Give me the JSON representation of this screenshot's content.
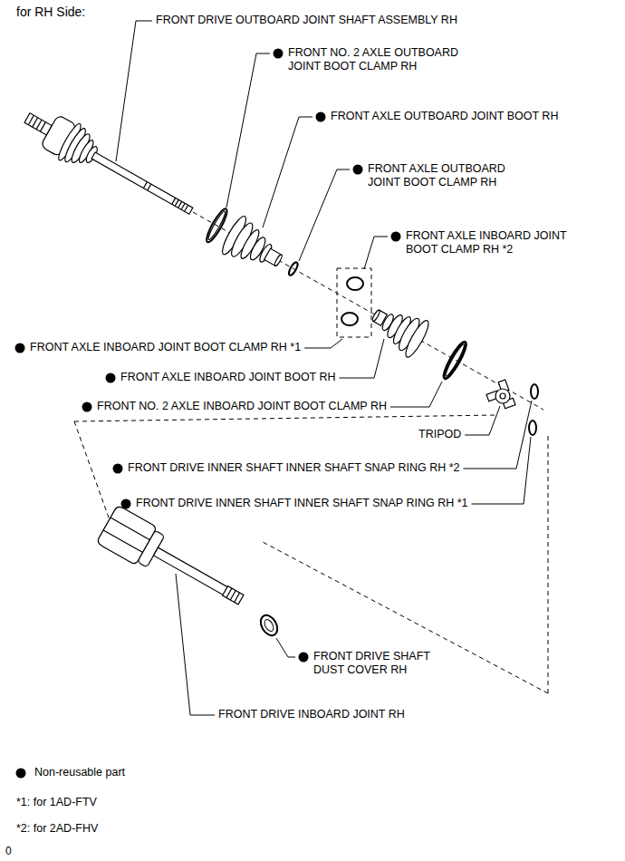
{
  "diagram": {
    "title": "for RH Side:",
    "labels": [
      "FRONT DRIVE OUTBOARD JOINT SHAFT ASSEMBLY RH",
      "FRONT NO. 2 AXLE OUTBOARD JOINT BOOT CLAMP RH",
      "FRONT AXLE OUTBOARD JOINT BOOT RH",
      "FRONT AXLE OUTBOARD JOINT BOOT CLAMP RH",
      "FRONT AXLE INBOARD JOINT BOOT CLAMP RH *2",
      "FRONT AXLE INBOARD JOINT BOOT CLAMP RH *1",
      "FRONT AXLE INBOARD JOINT BOOT RH",
      "FRONT NO. 2 AXLE INBOARD JOINT BOOT CLAMP RH",
      "TRIPOD",
      "FRONT DRIVE INNER SHAFT INNER SHAFT SNAP RING RH *2",
      "FRONT DRIVE INNER SHAFT INNER SHAFT SNAP RING RH *1",
      "FRONT DRIVE SHAFT DUST COVER RH",
      "FRONT DRIVE INBOARD JOINT RH",
      "*1: for 1AD-FTV",
      "*2: for 2AD-FHV",
      "0"
    ],
    "legend": [
      {
        "text": "Non-reusable part"
      }
    ]
  }
}
